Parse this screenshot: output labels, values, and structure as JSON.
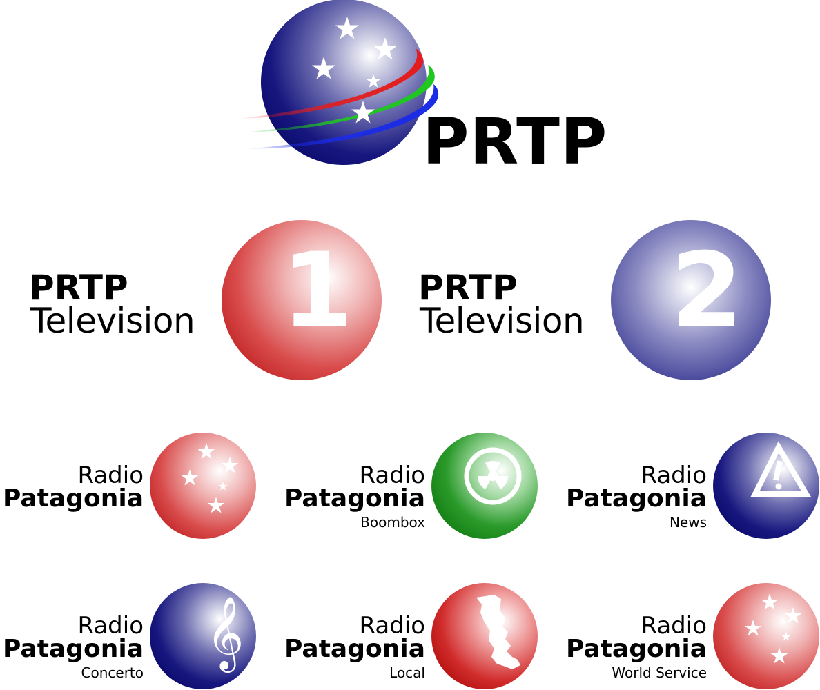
{
  "main": {
    "wordmark": "PRTP",
    "globe_color": "#0d0d7a",
    "swoosh_colors": [
      "#e41c1c",
      "#1ec81e",
      "#1a2be6"
    ]
  },
  "tv": [
    {
      "line1": "PRTP",
      "line2": "Television",
      "number": "1",
      "color": "#d43b3b"
    },
    {
      "line1": "PRTP",
      "line2": "Television",
      "number": "2",
      "color": "#2c2c8c"
    }
  ],
  "radio": [
    {
      "line1": "Radio",
      "line2": "Patagonia",
      "sub": "",
      "icon": "stars-icon",
      "color": "#d43b3b"
    },
    {
      "line1": "Radio",
      "line2": "Patagonia",
      "sub": "Boombox",
      "icon": "radiation-icon",
      "color": "#1a8a1a"
    },
    {
      "line1": "Radio",
      "line2": "Patagonia",
      "sub": "News",
      "icon": "warning-icon",
      "color": "#14147a"
    },
    {
      "line1": "Radio",
      "line2": "Patagonia",
      "sub": "Concerto",
      "icon": "treble-clef-icon",
      "color": "#14147a"
    },
    {
      "line1": "Radio",
      "line2": "Patagonia",
      "sub": "Local",
      "icon": "map-icon",
      "color": "#c41a1a"
    },
    {
      "line1": "Radio",
      "line2": "Patagonia",
      "sub": "World Service",
      "icon": "stars-icon",
      "color": "#d43b3b"
    }
  ]
}
